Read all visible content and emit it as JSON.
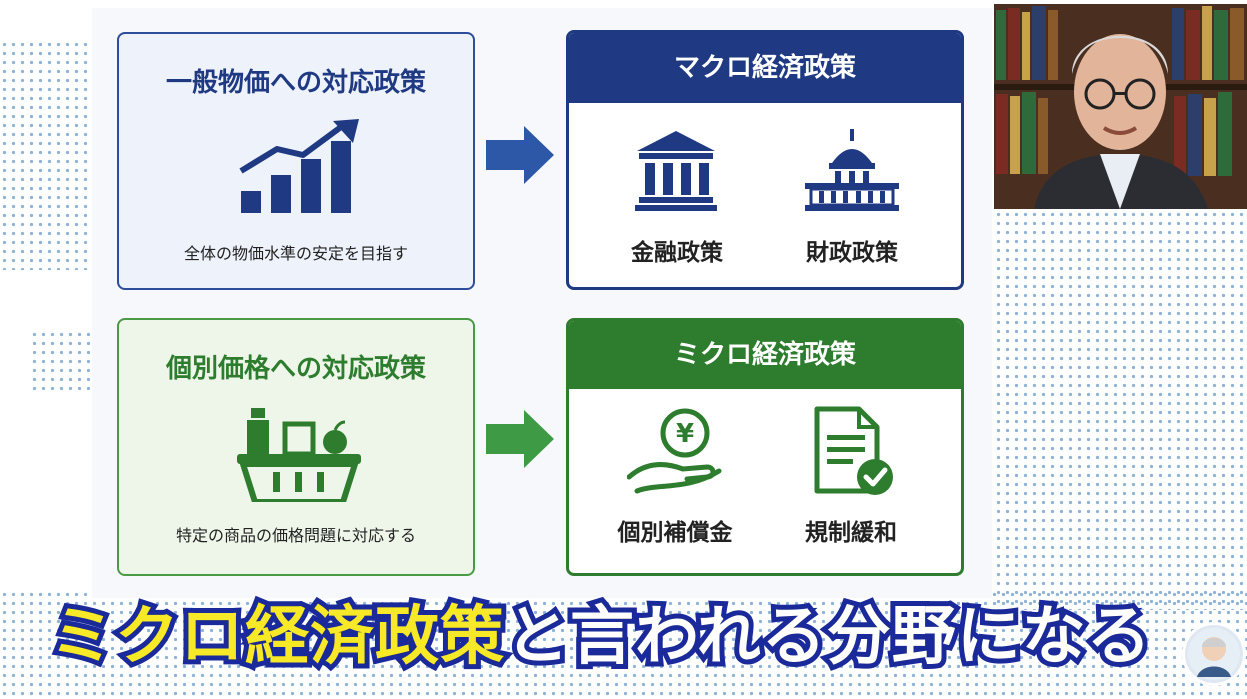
{
  "slide": {
    "top_left": {
      "title": "一般物価への対応政策",
      "description": "全体の物価水準の安定を目指す",
      "icon": "rising-bar-chart-icon"
    },
    "top_right": {
      "header": "マクロ経済政策",
      "items": [
        {
          "label": "金融政策",
          "icon": "bank-icon"
        },
        {
          "label": "財政政策",
          "icon": "parliament-icon"
        }
      ]
    },
    "bottom_left": {
      "title": "個別価格への対応政策",
      "description": "特定の商品の価格問題に対応する",
      "icon": "shopping-basket-icon"
    },
    "bottom_right": {
      "header": "ミクロ経済政策",
      "items": [
        {
          "label": "個別補償金",
          "icon": "yen-hand-icon"
        },
        {
          "label": "規制緩和",
          "icon": "document-check-icon"
        }
      ]
    }
  },
  "caption": {
    "highlight": "ミクロ経済政策",
    "rest": "と言われる分野になる"
  },
  "colors": {
    "navy": "#1f3a82",
    "green": "#2e7d2e",
    "caption_yellow": "#f7e928",
    "caption_outline": "#1a2a9a"
  }
}
